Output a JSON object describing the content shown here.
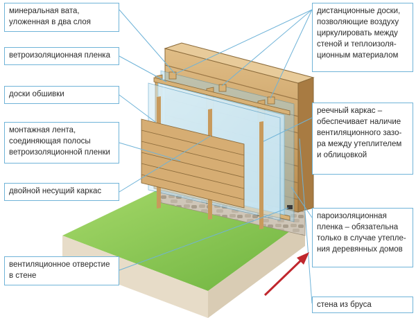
{
  "labels": {
    "mineral_wool": "минеральная вата,\nуложенная в два слоя",
    "wind_film": "ветроизоляционная пленка",
    "cladding_boards": "доски обшивки",
    "mounting_tape": "монтажная лента,\nсоединяющая полосы\nветроизоляционной пленки",
    "double_frame": "двойной несущий каркас",
    "vent_hole": "вентиляционное отверстие\nв стене",
    "spacer_boards": "дистанционные доски,\nпозволяющие воздуху\nциркулировать между\nстеной и теплоизоля-\nционным материалом",
    "batten_frame": "реечный каркас –\nобеспечивает наличие\nвентиляционного зазо-\nра между утеплителем\nи облицовкой",
    "vapor_film": "пароизоляционная\nпленка – обязательна\nтолько в случае утепле-\nния деревянных домов",
    "timber_wall": "стена из бруса"
  },
  "colors": {
    "callout_line": "#6fb3d8",
    "grass": "#8cc63f",
    "timber": "#c9a36a",
    "insulation": "#cfe8f2",
    "arrow": "#c0272d"
  }
}
